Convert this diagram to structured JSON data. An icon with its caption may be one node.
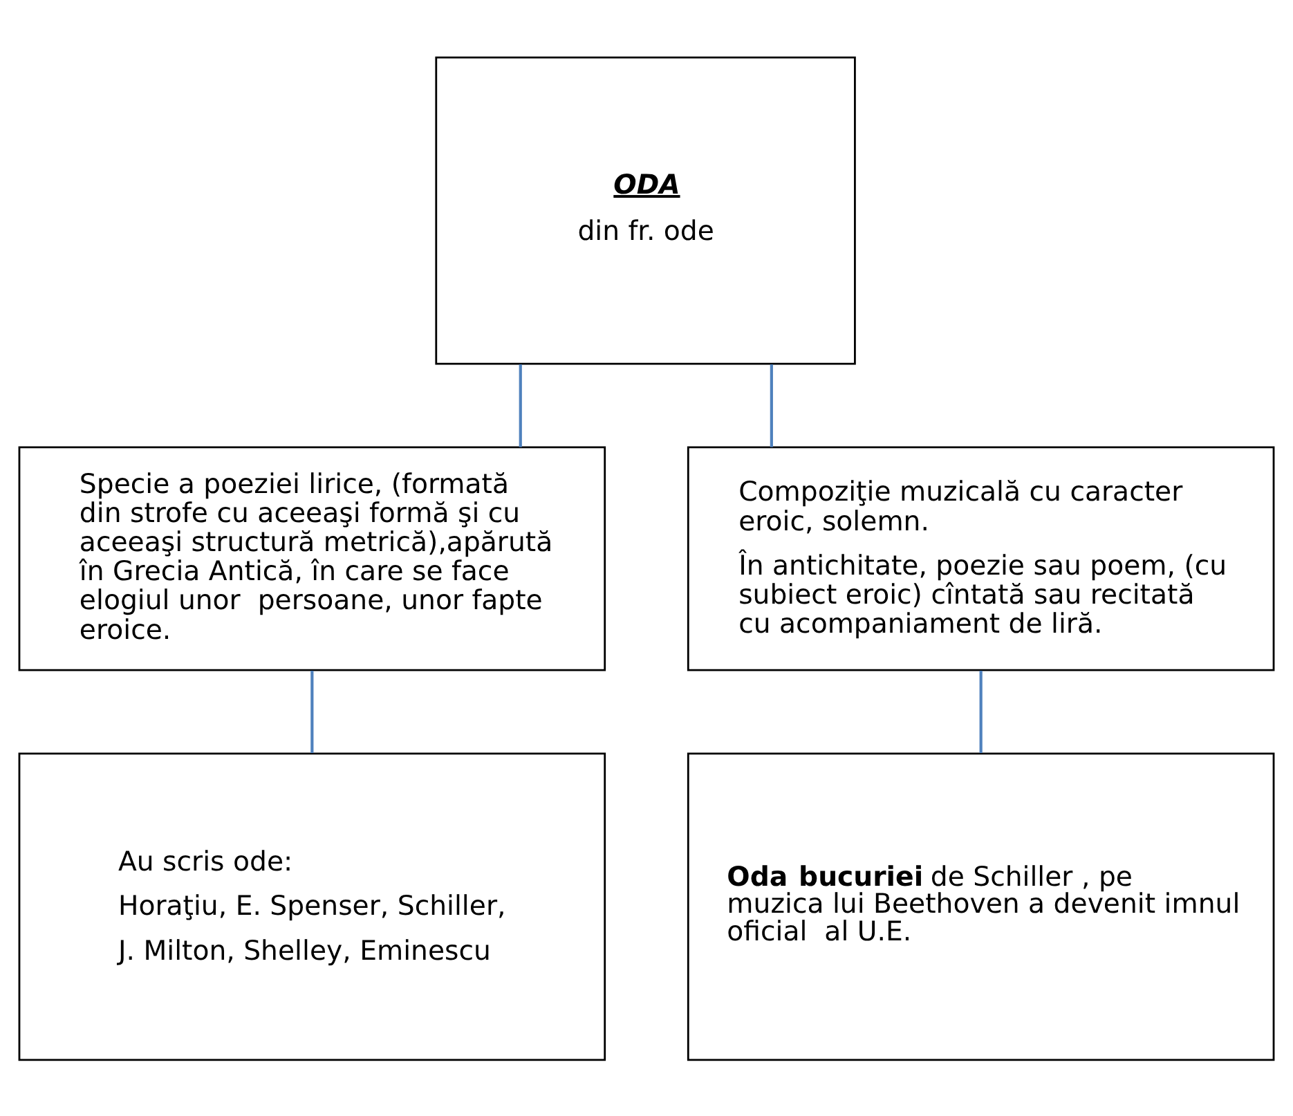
{
  "diagram": {
    "nodes": [
      {
        "text": [
          "ODA",
          "din fr. ode"
        ]
      },
      {
        "text": [
          "Specie a poeziei lirice, (formată din strofe cu aceeaşi formă şi cu aceeaşi structură metrică),apărută în Grecia Antică, în care se face elogiul unor  persoane, unor fapte eroice."
        ]
      },
      {
        "text": [
          "Compoziţie muzicală cu caracter eroic, solemn.",
          "În antichitate, poezie sau poem, (cu subiect eroic) cîntată sau recitată cu acompaniament de liră."
        ]
      },
      {
        "text": [
          "Au scris ode:",
          "Horaţiu, E. Spenser, Schiller,",
          "J. Milton, Shelley, Eminescu"
        ]
      },
      {
        "text": [
          "**Oda bucuriei** de Schiller , pe muzica lui Beethoven a devenit imnul oficial  al U.E."
        ]
      }
    ],
    "edges": [
      {
        "from": 0,
        "to": 1,
        "arrow": "none"
      },
      {
        "from": 0,
        "to": 2,
        "arrow": "none"
      },
      {
        "from": 1,
        "to": 3,
        "arrow": "none"
      },
      {
        "from": 2,
        "to": 4,
        "arrow": "none"
      }
    ]
  }
}
